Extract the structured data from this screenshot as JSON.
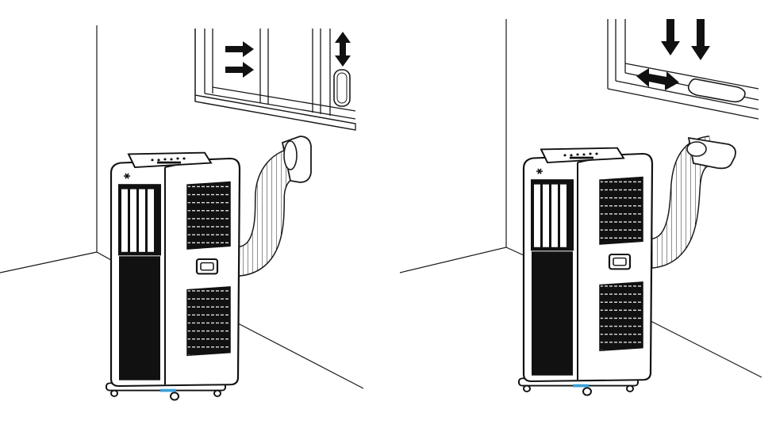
{
  "colors": {
    "line": "#1a1a1a",
    "fill": "#ffffff",
    "dark": "#111111",
    "accent": "#3aa0d8"
  },
  "icons": {
    "snowflake": "snowflake-icon",
    "arrow_right": "arrow-right-icon",
    "arrow_down": "arrow-down-icon",
    "arrow_updown": "arrow-up-down-icon",
    "arrow_leftright": "arrow-left-right-icon"
  },
  "panels": [
    {
      "window": "vertical-sliding-window",
      "airflow": "horizontal",
      "adjust": "vertical"
    },
    {
      "window": "horizontal-sliding-window",
      "airflow": "vertical",
      "adjust": "horizontal"
    }
  ]
}
